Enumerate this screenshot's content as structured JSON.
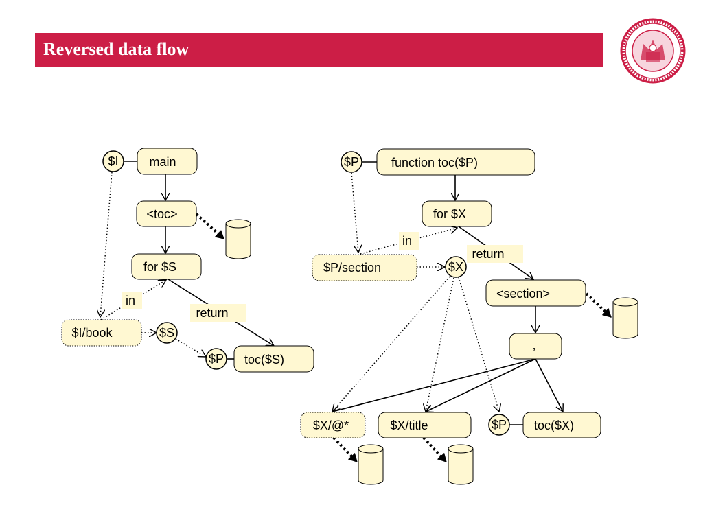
{
  "slide": {
    "title": "Reversed data flow",
    "accent_color": "#cc1e46",
    "node_fill": "#fff8d2",
    "seal_icon": "university-seal-icon"
  },
  "left": {
    "var_I": "$I",
    "main": "main",
    "toc_tag": "<toc>",
    "for_S": "for $S",
    "in_label": "in",
    "return_label": "return",
    "I_book": "$I/book",
    "var_S": "$S",
    "var_P": "$P",
    "toc_S": "toc($S)"
  },
  "right": {
    "var_P": "$P",
    "function_toc": "function toc($P)",
    "for_X": "for $X",
    "in_label": "in",
    "return_label": "return",
    "P_section": "$P/section",
    "var_X": "$X",
    "section_tag": "<section>",
    "comma": ",",
    "X_attr": "$X/@*",
    "X_title": "$X/title",
    "var_P2": "$P",
    "toc_X": "toc($X)"
  }
}
